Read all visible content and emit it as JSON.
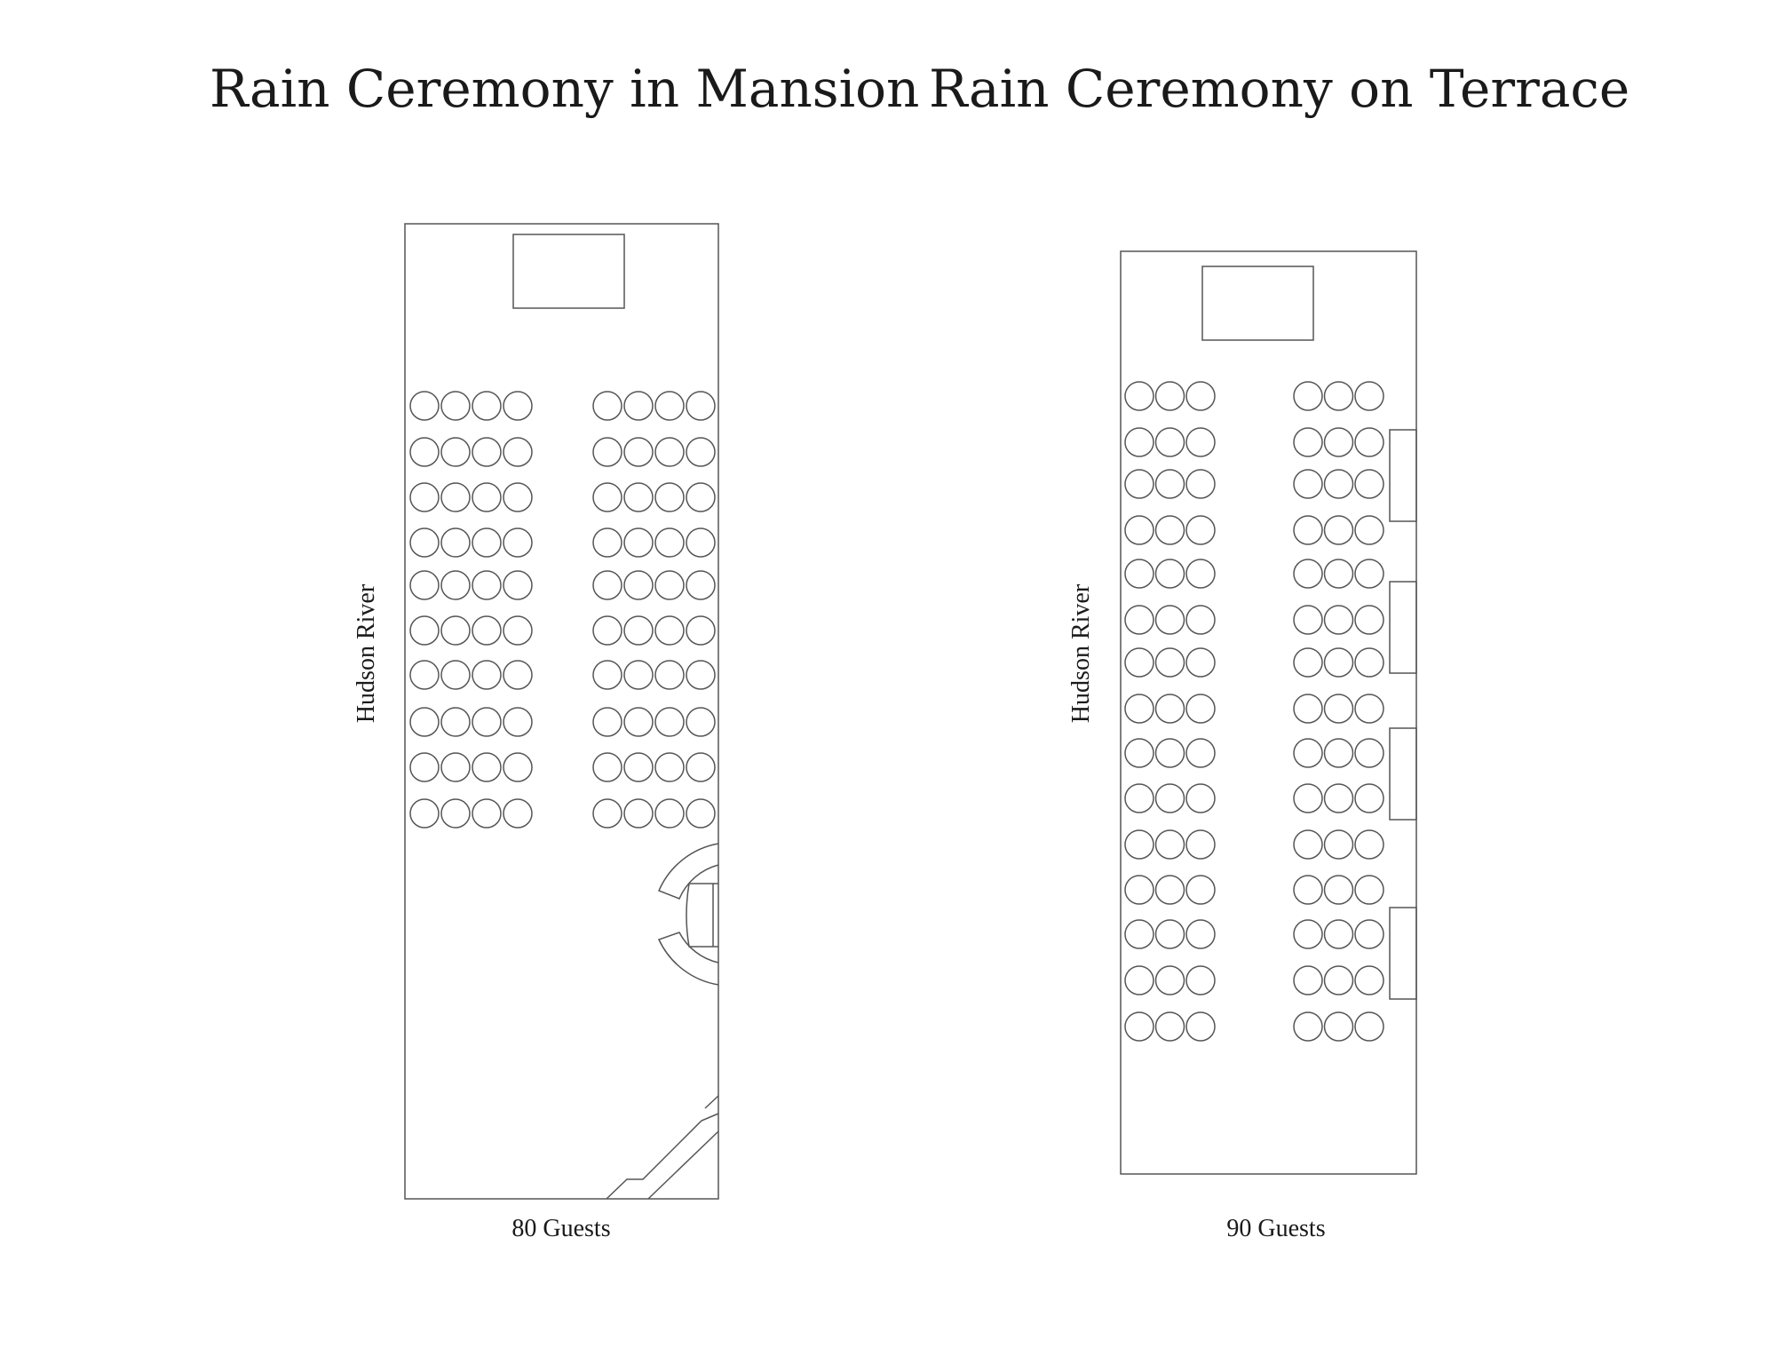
{
  "plans": [
    {
      "title": "Rain Ceremony in Mansion",
      "river_label": "Hudson River",
      "guest_count_label": "80 Guests",
      "seats_per_section_per_row": 4,
      "rows": 10,
      "sections": 2
    },
    {
      "title": "Rain Ceremony on Terrace",
      "river_label": "Hudson River",
      "guest_count_label": "90 Guests",
      "seats_per_section_per_row": 3,
      "rows": 15,
      "sections": 2
    }
  ],
  "colors": {
    "stroke": "#555555",
    "text": "#1a1a1a",
    "background": "#ffffff"
  }
}
